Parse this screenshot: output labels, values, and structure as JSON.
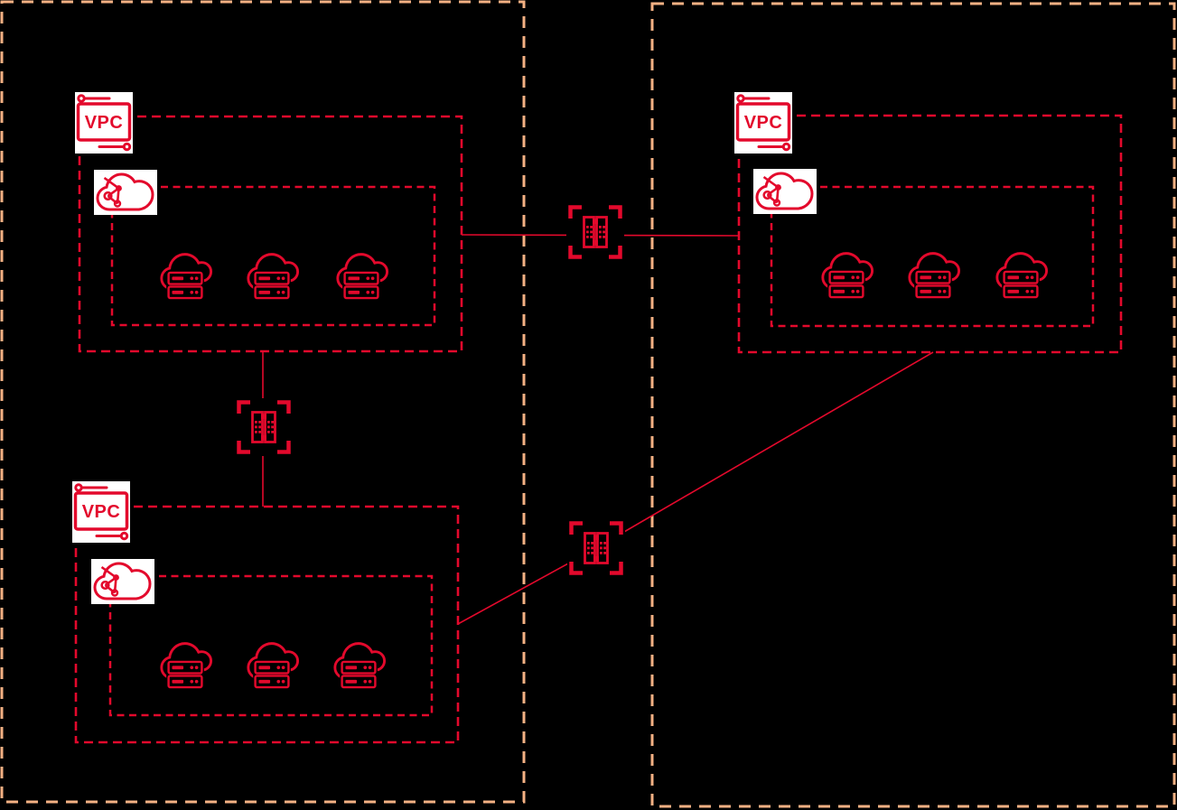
{
  "colors": {
    "background": "#000000",
    "red": "#E3092C",
    "region_border": "#F4B183",
    "icon_background": "#FFFFFF"
  },
  "diagram": {
    "regions": [
      {
        "name": "region-left"
      },
      {
        "name": "region-right"
      }
    ],
    "vpcs": [
      {
        "name": "vpc-top-left",
        "label": "VPC",
        "region": "region-left",
        "instance_count": 3
      },
      {
        "name": "vpc-top-right",
        "label": "VPC",
        "region": "region-right",
        "instance_count": 3
      },
      {
        "name": "vpc-bottom-left",
        "label": "VPC",
        "region": "region-left",
        "instance_count": 3
      }
    ],
    "peering_connections": [
      {
        "name": "peering-top",
        "connects": [
          "vpc-top-left",
          "vpc-top-right"
        ]
      },
      {
        "name": "peering-left",
        "connects": [
          "vpc-top-left",
          "vpc-bottom-left"
        ]
      },
      {
        "name": "peering-diagonal",
        "connects": [
          "vpc-bottom-left",
          "vpc-top-right"
        ]
      }
    ]
  },
  "icons": {
    "vpc_badge": "vpc-badge-icon",
    "virtual_private_cloud": "cloud-network-icon",
    "instance": "cloud-server-icon",
    "peering": "vpc-peering-icon"
  }
}
